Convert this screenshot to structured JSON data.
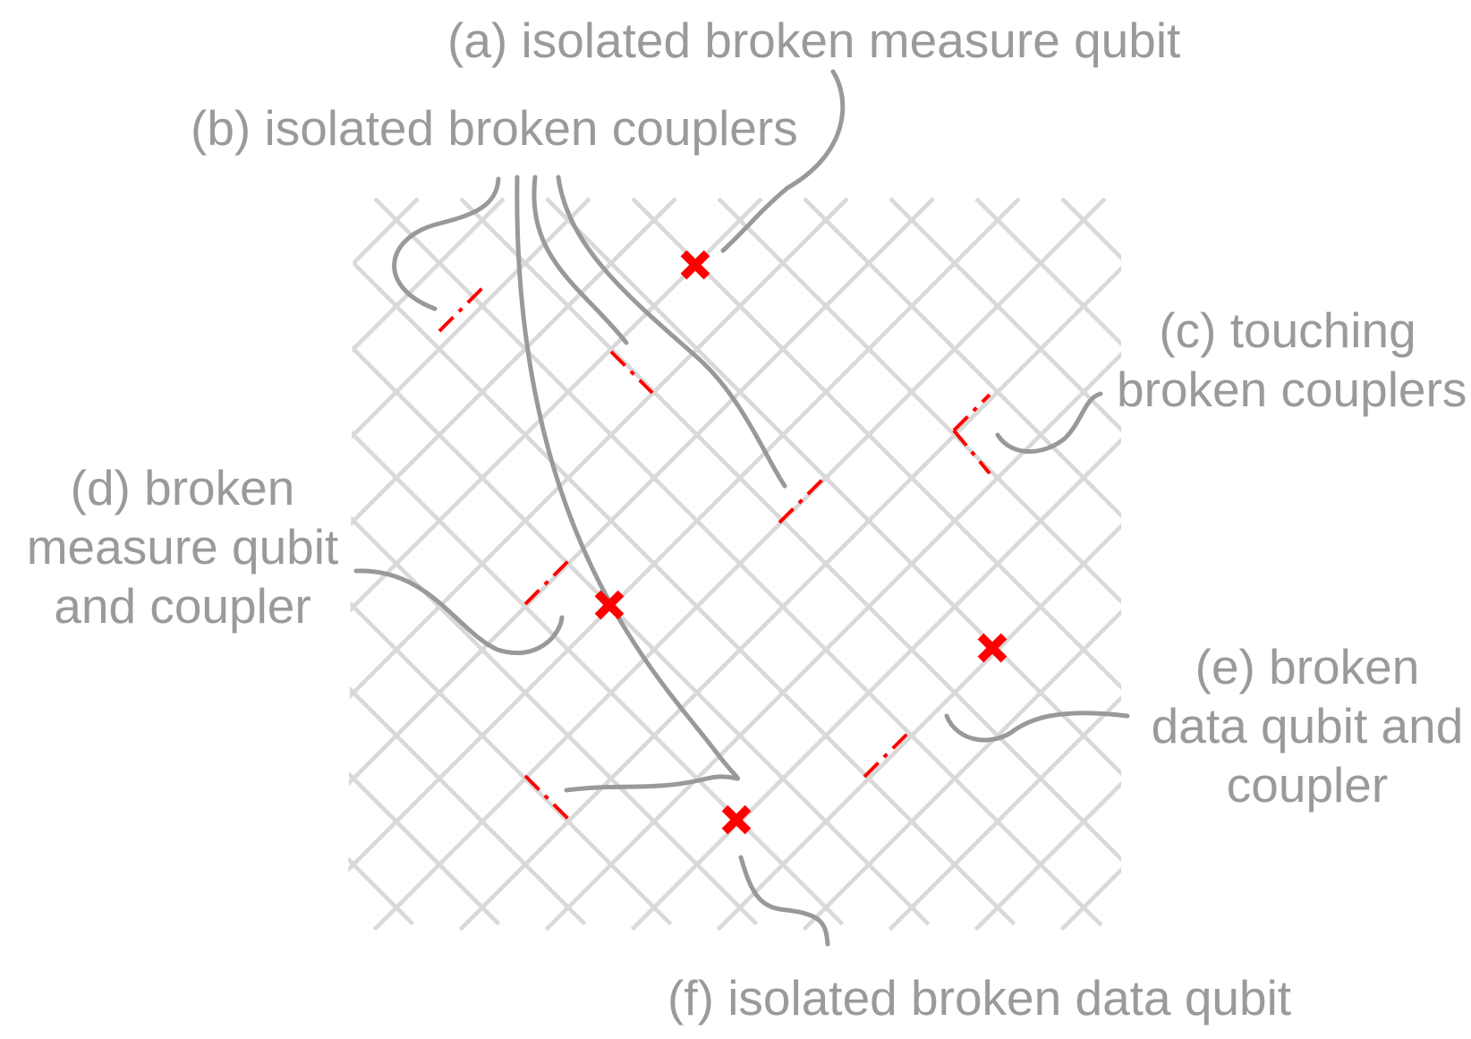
{
  "colors": {
    "grid": "#d9d9d9",
    "broken": "#ff0000",
    "leader": "#999999",
    "text": "#9a9a9a"
  },
  "labels": {
    "a": [
      "(a) isolated broken measure qubit"
    ],
    "b": [
      "(b) isolated broken couplers"
    ],
    "c": [
      "(c) touching",
      "broken couplers"
    ],
    "d": [
      "(d) broken",
      "measure qubit",
      "and coupler"
    ],
    "e": [
      "(e) broken",
      "data qubit and",
      "coupler"
    ],
    "f": [
      "(f) isolated broken data qubit"
    ]
  }
}
